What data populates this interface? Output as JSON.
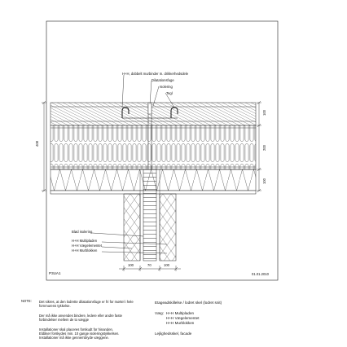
{
  "drawing": {
    "labels": {
      "tie": "H+H, dobbelt murbinder m. drikkerhedsdele",
      "dilatation_joint": "Dilatationsfuge",
      "insulation": "Isolering",
      "brick": "Tegl",
      "soft_insulation": "Blød isolering",
      "mp_multiplate": "H+H Multipladen",
      "mp_wall_element": "H+H Vægelementet",
      "mp_murblock": "H+H Murblokken"
    },
    "dimensions": {
      "total_height": "408",
      "right_top": "100",
      "right_mid": "200",
      "right_bottom": "100",
      "bottom_left": "100",
      "bottom_mid": "70",
      "bottom_right": "100"
    },
    "code": "P3UA1",
    "date": "01.01.2010"
  },
  "notes": {
    "label": "NOTE:",
    "paragraphs": [
      [
        "Det sikres, at den lodrette dilatationsfuge er fri for mørtel i hele",
        "fornmurens tykkelse."
      ],
      [
        "Der må ikke anvendes bindere, ledere eller andre faste",
        "forbindelser mellem de to vægge"
      ],
      [
        "Installationer skal placeres forskudt for hinanden.",
        "Eldåser forskydes min. 10 gange isoleringstykkelsen.",
        "Installationer må ikke gennembryde væggene."
      ]
    ]
  },
  "title_block": {
    "title": "Etageadskillelse / lodret skel (lodret snit)",
    "wall_label": "Væg:",
    "wall_items": [
      "H+H Multipladen",
      "H+H Vægelementet",
      "H+H Murblokken"
    ],
    "subtitle": "Lejlighedsskel, facade"
  }
}
